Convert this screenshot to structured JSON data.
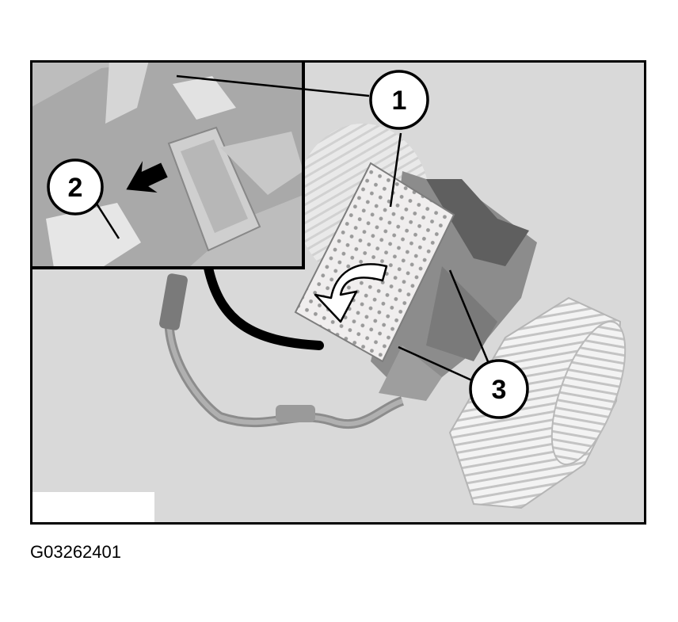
{
  "figure": {
    "id": "G03262401",
    "callouts": [
      {
        "label": "1"
      },
      {
        "label": "2"
      },
      {
        "label": "3"
      }
    ]
  },
  "colors": {
    "background": "#d9d9d9",
    "inset": "#bdbdbd",
    "outline": "#000000",
    "part_light": "#e8e8e8",
    "part_mid": "#a9a9a9",
    "part_dark": "#6e6e6e"
  }
}
